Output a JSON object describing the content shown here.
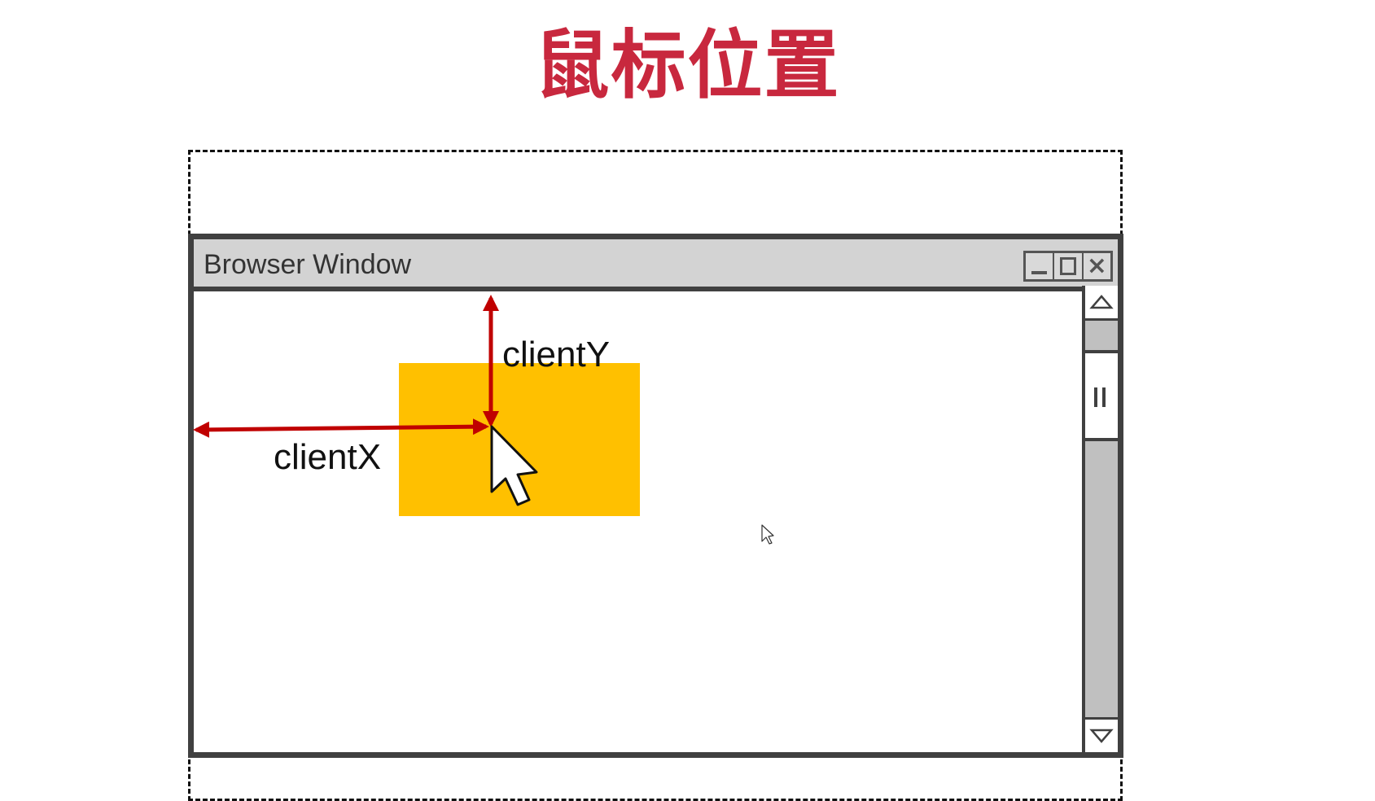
{
  "title": "鼠标位置",
  "browser_window": {
    "title": "Browser Window",
    "controls": [
      "minimize-icon",
      "maximize-icon",
      "close-icon"
    ],
    "scrollbar": {
      "up_icon": "triangle-up-icon",
      "down_icon": "triangle-down-icon"
    }
  },
  "labels": {
    "client_y": "clientY",
    "client_x": "clientX"
  },
  "colors": {
    "title": "#c8283e",
    "arrow": "#c00000",
    "element": "#ffc000",
    "frame": "#404040"
  }
}
